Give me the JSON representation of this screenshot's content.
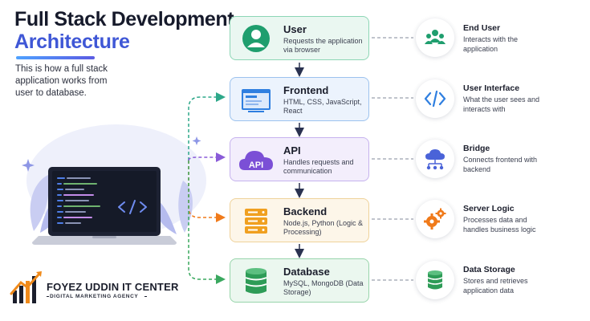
{
  "header": {
    "title_line1": "Full Stack Development",
    "title_line2": "Architecture",
    "subtitle": "This is how a full stack application works from user to database."
  },
  "stack": [
    {
      "name": "User",
      "desc": "Requests the application via browser",
      "icon": "user-icon",
      "accent": "#1f9e6e"
    },
    {
      "name": "Frontend",
      "desc": "HTML, CSS, JavaScript, React",
      "icon": "browser-window-icon",
      "accent": "#2f7fe0"
    },
    {
      "name": "API",
      "desc": "Handles requests and communication",
      "icon": "api-cloud-icon",
      "accent": "#7b4fd6",
      "icon_label": "API"
    },
    {
      "name": "Backend",
      "desc": "Node.js, Python (Logic & Processing)",
      "icon": "server-icon",
      "accent": "#f0a020"
    },
    {
      "name": "Database",
      "desc": "MySQL, MongoDB (Data Storage)",
      "icon": "database-icon",
      "accent": "#2e9c57"
    }
  ],
  "roles": [
    {
      "title": "End User",
      "desc": "Interacts with the application",
      "icon": "users-group-icon",
      "color": "#1f9e6e"
    },
    {
      "title": "User Interface",
      "desc": "What the user sees and interacts with",
      "icon": "code-brackets-icon",
      "color": "#2f7fe0"
    },
    {
      "title": "Bridge",
      "desc": "Connects frontend with backend",
      "icon": "cloud-network-icon",
      "color": "#4a63d8"
    },
    {
      "title": "Server Logic",
      "desc": "Processes data and handles business logic",
      "icon": "gears-icon",
      "color": "#f07a1a"
    },
    {
      "title": "Data Storage",
      "desc": "Stores and retrieves application data",
      "icon": "database-icon",
      "color": "#2e9c57"
    }
  ],
  "laptop": {
    "screen_icon": "code-brackets-icon"
  },
  "logo": {
    "name": "FOYEZ UDDIN IT CENTER",
    "tagline": "DIGITAL MARKETING AGENCY",
    "colors": {
      "primary": "#1b1e2c",
      "accent": "#f08a1a"
    }
  },
  "colors": {
    "title": "#161a2b",
    "title_accent": "#3f57d6",
    "connector_dash": "#9aa0ad"
  }
}
